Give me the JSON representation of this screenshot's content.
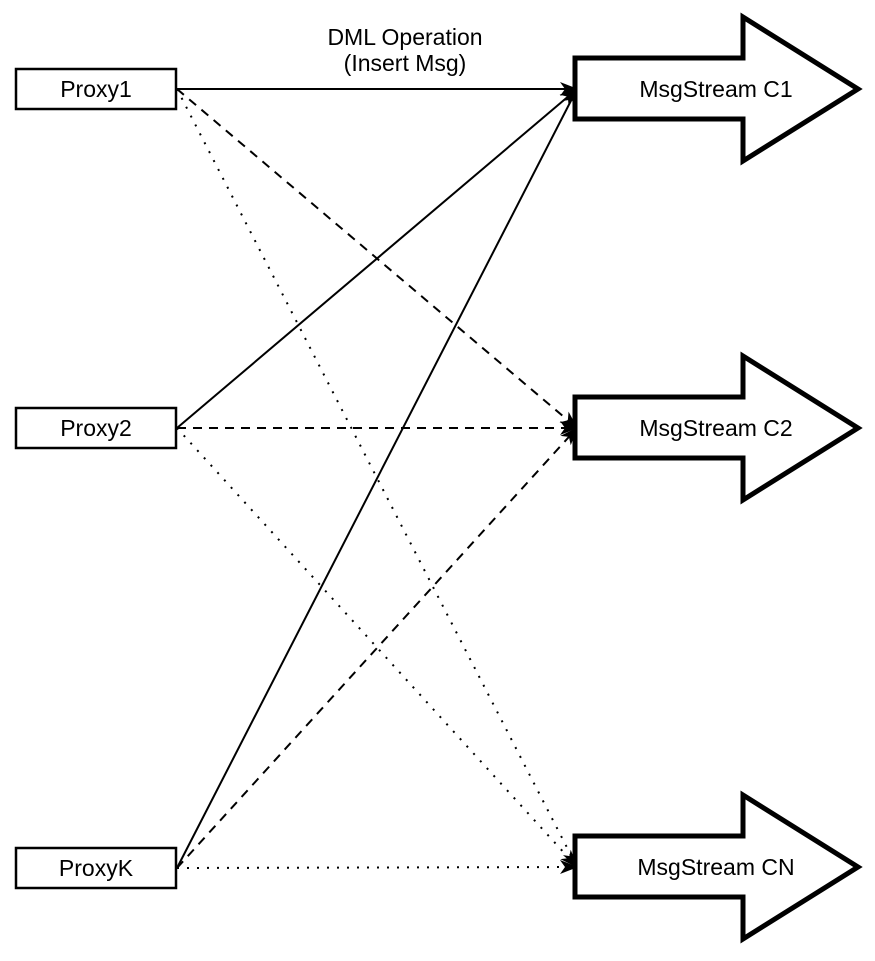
{
  "title": {
    "line1": "DML Operation",
    "line2": "(Insert Msg)"
  },
  "proxies": [
    {
      "label": "Proxy1"
    },
    {
      "label": "Proxy2"
    },
    {
      "label": "ProxyK"
    }
  ],
  "streams": [
    {
      "label": "MsgStream C1"
    },
    {
      "label": "MsgStream C2"
    },
    {
      "label": "MsgStream CN"
    }
  ],
  "edges": [
    {
      "from": "Proxy1",
      "to": "MsgStream C1",
      "style": "solid"
    },
    {
      "from": "Proxy1",
      "to": "MsgStream C2",
      "style": "dashed"
    },
    {
      "from": "Proxy1",
      "to": "MsgStream CN",
      "style": "dotted"
    },
    {
      "from": "Proxy2",
      "to": "MsgStream C1",
      "style": "solid"
    },
    {
      "from": "Proxy2",
      "to": "MsgStream C2",
      "style": "dashed"
    },
    {
      "from": "Proxy2",
      "to": "MsgStream CN",
      "style": "dotted"
    },
    {
      "from": "ProxyK",
      "to": "MsgStream C1",
      "style": "solid"
    },
    {
      "from": "ProxyK",
      "to": "MsgStream C2",
      "style": "dashed"
    },
    {
      "from": "ProxyK",
      "to": "MsgStream CN",
      "style": "dotted"
    }
  ],
  "colors": {
    "stroke": "#000000",
    "fill": "#ffffff",
    "background": "#ffffff"
  }
}
